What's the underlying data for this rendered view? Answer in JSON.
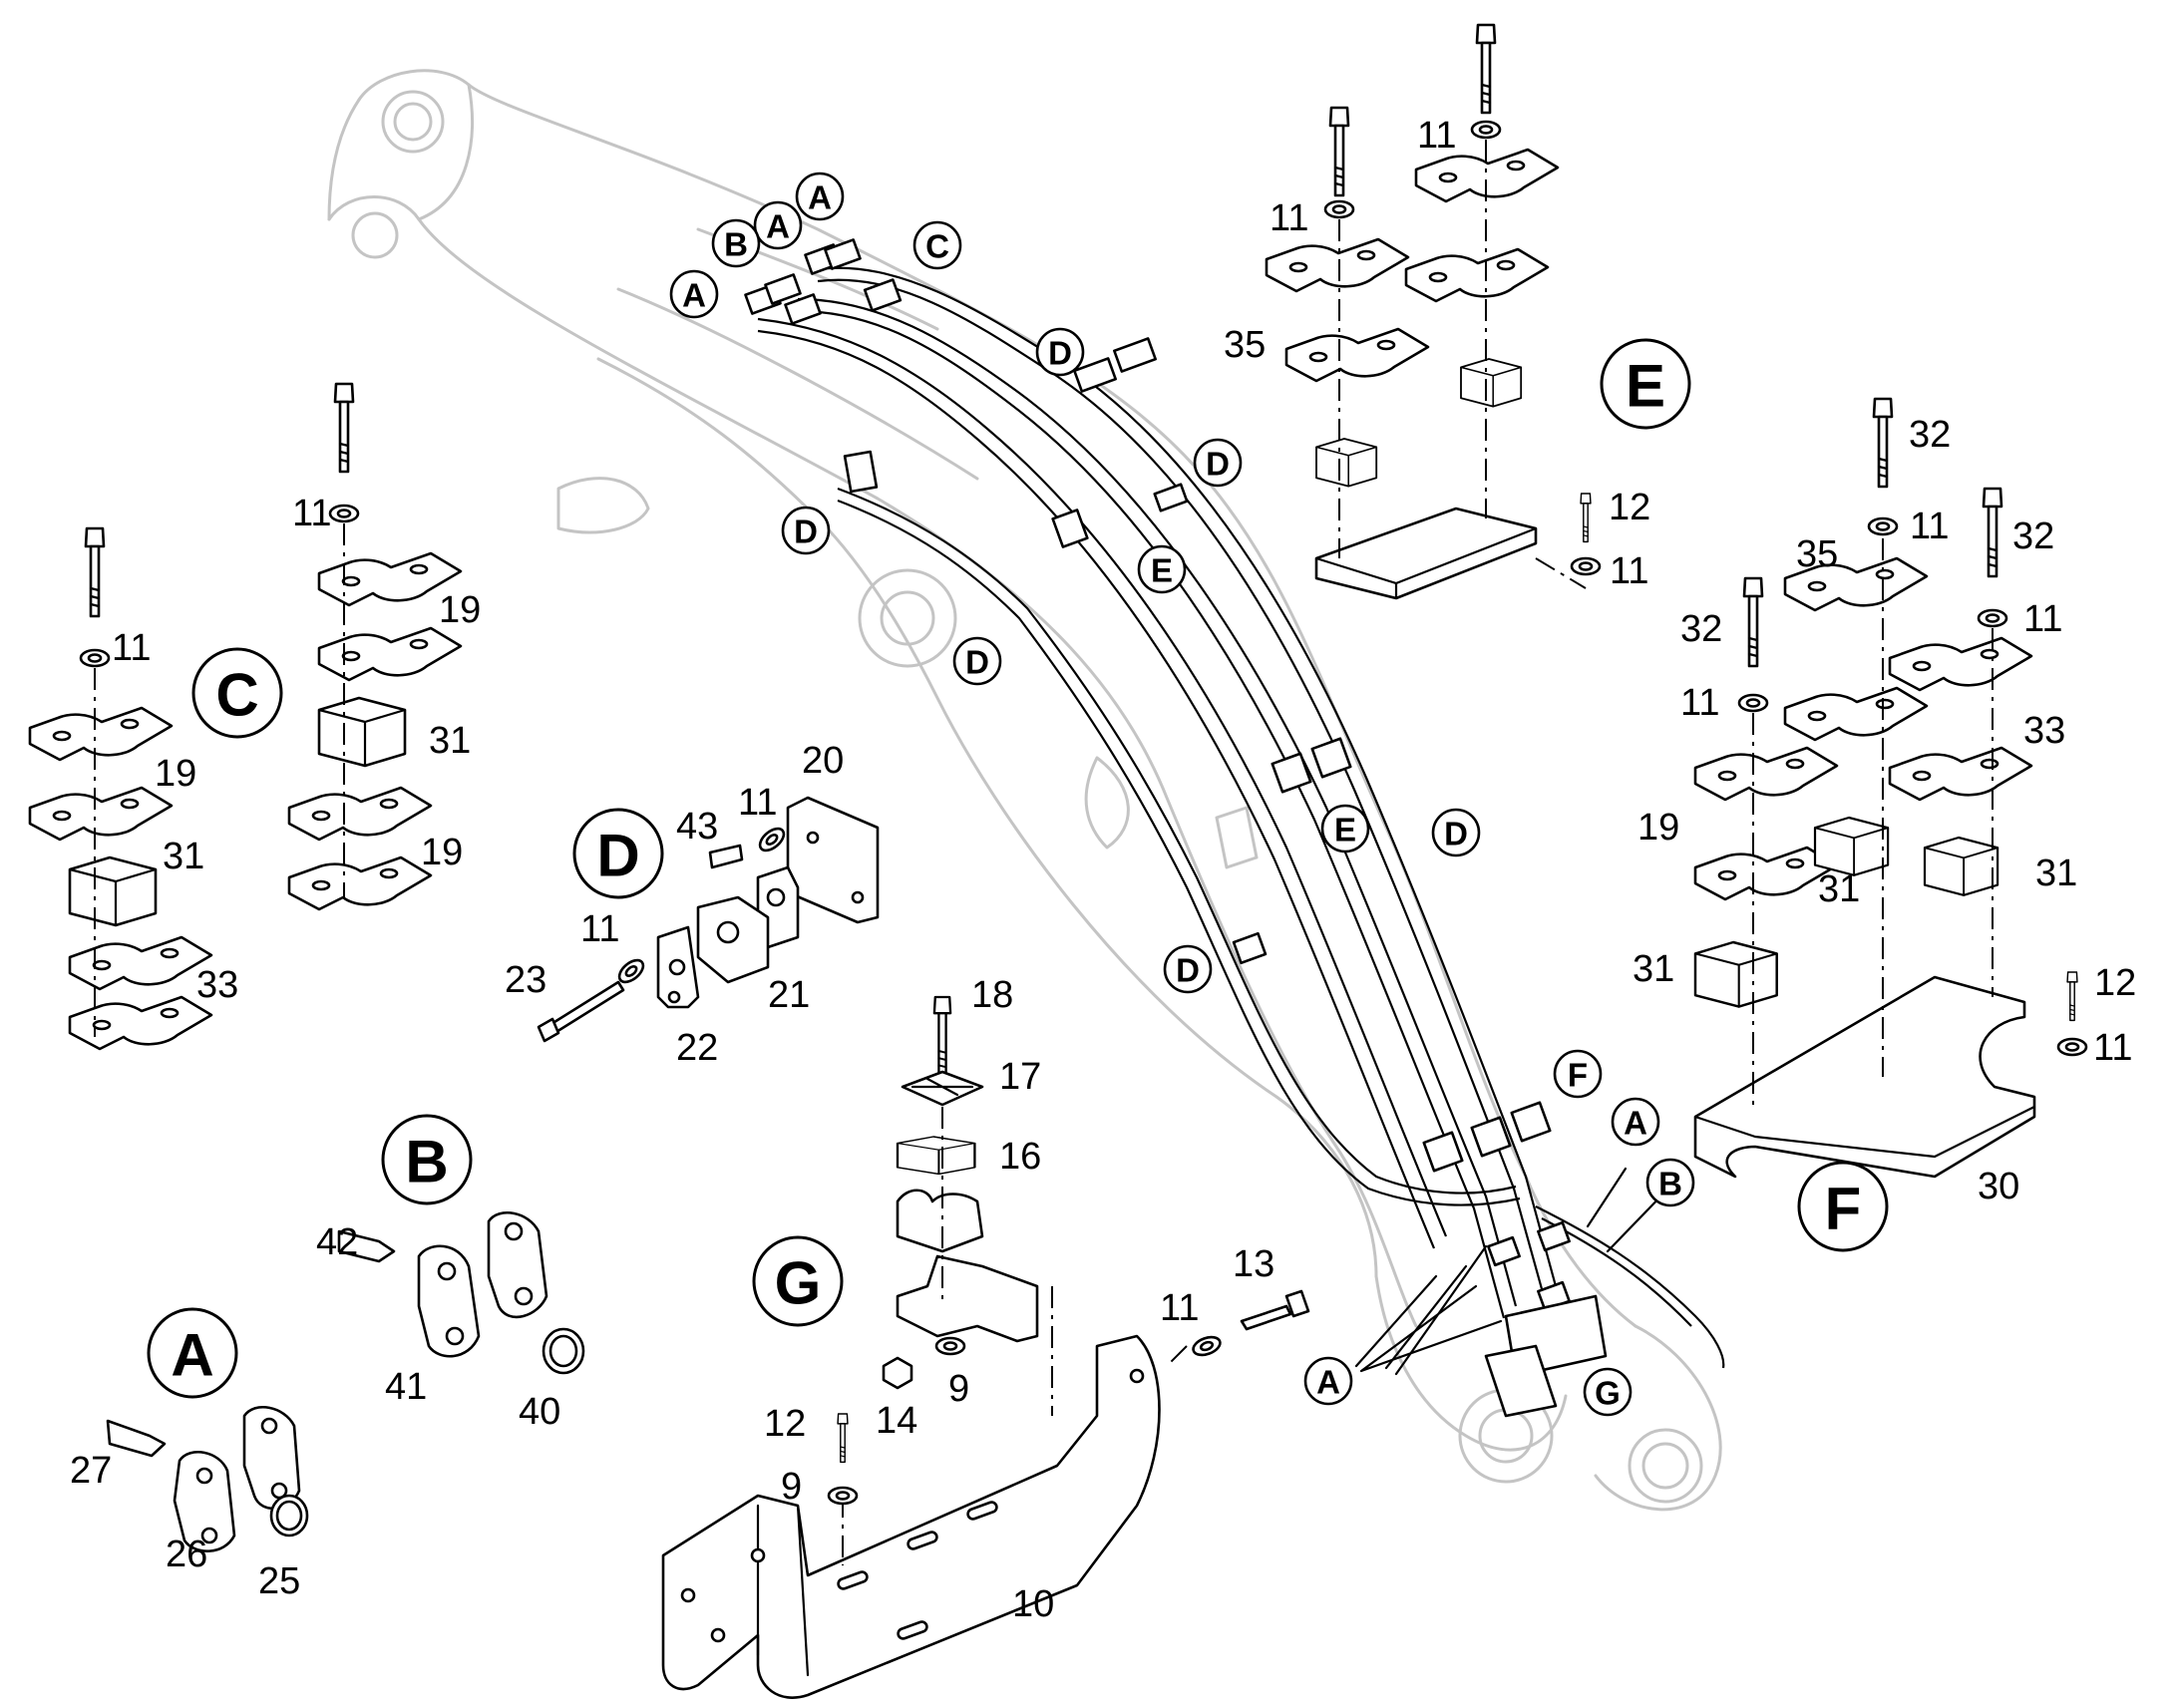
{
  "colors": {
    "ink": "#000000",
    "ghost_outline": "#c4c4c4",
    "background": "#ffffff"
  },
  "group_labels": [
    "A",
    "B",
    "C",
    "D",
    "E",
    "F",
    "G"
  ],
  "callout_labels": {
    "a1": "A",
    "a2": "A",
    "a3": "A",
    "a4": "A",
    "a5": "A",
    "b1": "B",
    "b2": "B",
    "c1": "C",
    "d1": "D",
    "d2": "D",
    "d3": "D",
    "d4": "D",
    "d5": "D",
    "d6": "D",
    "e1": "E",
    "e2": "E",
    "f1": "F",
    "g1": "G"
  },
  "part_numbers": {
    "n9a": "9",
    "n9b": "9",
    "n10": "10",
    "n11_1": "11",
    "n11_2": "11",
    "n11_3": "11",
    "n11_4": "11",
    "n11_5": "11",
    "n11_6": "11",
    "n11_7": "11",
    "n11_8": "11",
    "n11_9": "11",
    "n11_10": "11",
    "n11_11": "11",
    "n11_12": "11",
    "n12a": "12",
    "n12b": "12",
    "n12c": "12",
    "n13": "13",
    "n14": "14",
    "n16": "16",
    "n17": "17",
    "n18": "18",
    "n19a": "19",
    "n19b": "19",
    "n19c": "19",
    "n19d": "19",
    "n20": "20",
    "n21": "21",
    "n22": "22",
    "n23": "23",
    "n25": "25",
    "n26": "26",
    "n27": "27",
    "n30": "30",
    "n31a": "31",
    "n31b": "31",
    "n31c": "31",
    "n31d": "31",
    "n31e": "31",
    "n32a": "32",
    "n32b": "32",
    "n32c": "32",
    "n33a": "33",
    "n33b": "33",
    "n35a": "35",
    "n35b": "35",
    "n40": "40",
    "n41": "41",
    "n42": "42",
    "n43": "43"
  }
}
